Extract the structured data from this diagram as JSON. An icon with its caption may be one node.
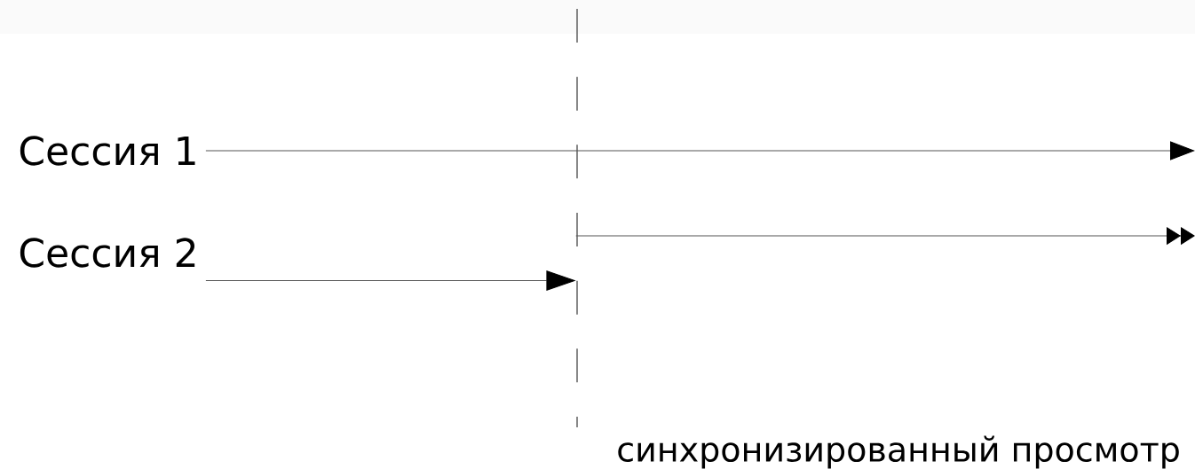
{
  "diagram": {
    "nodes": [
      {
        "text": [
          "Сессия 1"
        ]
      },
      {
        "text": [
          "Сессия 2"
        ]
      },
      {
        "text": [],
        "shape": "bar"
      }
    ],
    "edges": [
      {
        "from": 0,
        "to": null,
        "arrow": "to"
      },
      {
        "from": 1,
        "to": 2,
        "arrow": "to"
      },
      {
        "from": 2,
        "to": null,
        "arrow": "to"
      }
    ],
    "labels": [
      "синхронизированный просмотр"
    ]
  }
}
